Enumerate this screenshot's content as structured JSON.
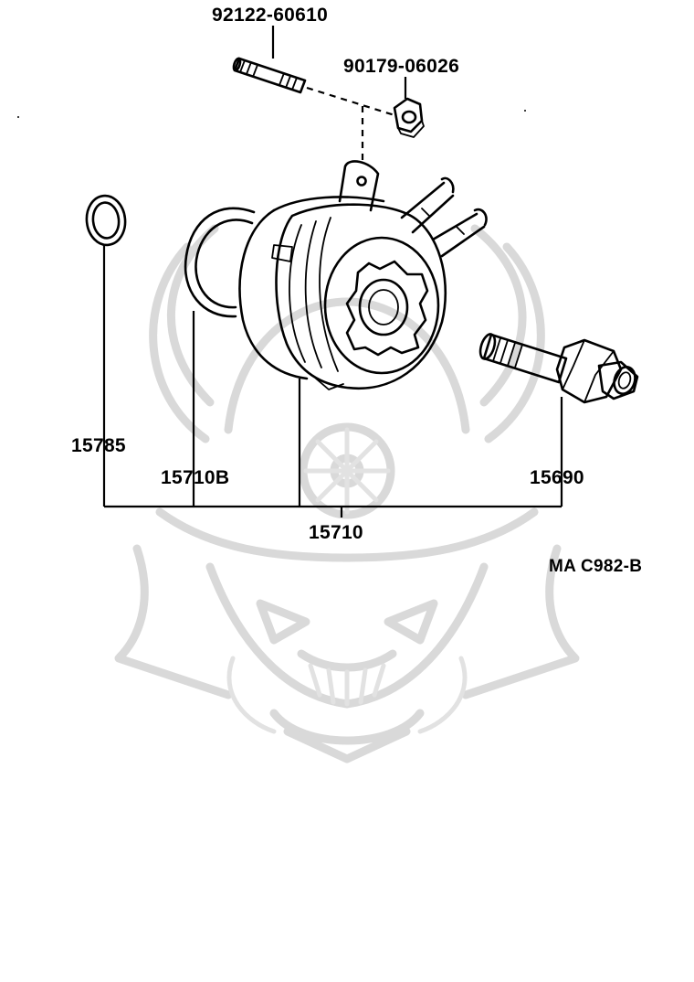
{
  "diagram": {
    "parts": {
      "stud": {
        "number": "92122-60610"
      },
      "nut": {
        "number": "90179-06026"
      },
      "o_ring": {
        "number": "15785"
      },
      "gasket": {
        "number": "15710B"
      },
      "cooler_assy": {
        "number": "15710"
      },
      "union_bolt": {
        "number": "15690"
      }
    },
    "reference_code": "MA C982-B"
  },
  "watermark": {
    "color": "#d9d9d9",
    "icon": "samurai-helmet-watermark"
  },
  "colors": {
    "ink": "#000000",
    "background": "#ffffff"
  }
}
